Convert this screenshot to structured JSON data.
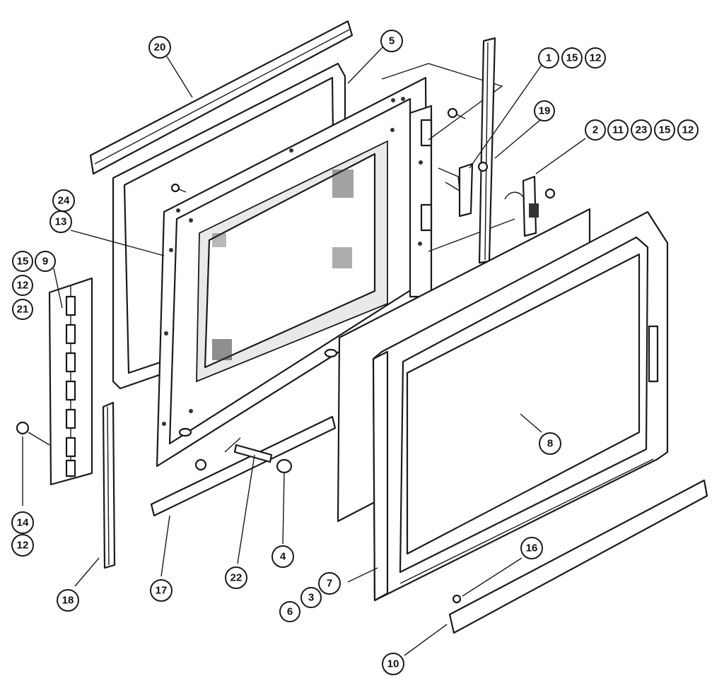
{
  "callouts": [
    {
      "id": "c20",
      "label": "20"
    },
    {
      "id": "c5",
      "label": "5"
    },
    {
      "id": "c1",
      "label": "1"
    },
    {
      "id": "c15a",
      "label": "15"
    },
    {
      "id": "c12a",
      "label": "12"
    },
    {
      "id": "c19",
      "label": "19"
    },
    {
      "id": "c2",
      "label": "2"
    },
    {
      "id": "c11",
      "label": "11"
    },
    {
      "id": "c23",
      "label": "23"
    },
    {
      "id": "c15b",
      "label": "15"
    },
    {
      "id": "c12b",
      "label": "12"
    },
    {
      "id": "c24",
      "label": "24"
    },
    {
      "id": "c13",
      "label": "13"
    },
    {
      "id": "c15c",
      "label": "15"
    },
    {
      "id": "c9",
      "label": "9"
    },
    {
      "id": "c12c",
      "label": "12"
    },
    {
      "id": "c21",
      "label": "21"
    },
    {
      "id": "c14",
      "label": "14"
    },
    {
      "id": "c12d",
      "label": "12"
    },
    {
      "id": "c18",
      "label": "18"
    },
    {
      "id": "c17",
      "label": "17"
    },
    {
      "id": "c22",
      "label": "22"
    },
    {
      "id": "c4",
      "label": "4"
    },
    {
      "id": "c8",
      "label": "8"
    },
    {
      "id": "c16",
      "label": "16"
    },
    {
      "id": "c7",
      "label": "7"
    },
    {
      "id": "c3",
      "label": "3"
    },
    {
      "id": "c6",
      "label": "6"
    },
    {
      "id": "c10",
      "label": "10"
    }
  ]
}
